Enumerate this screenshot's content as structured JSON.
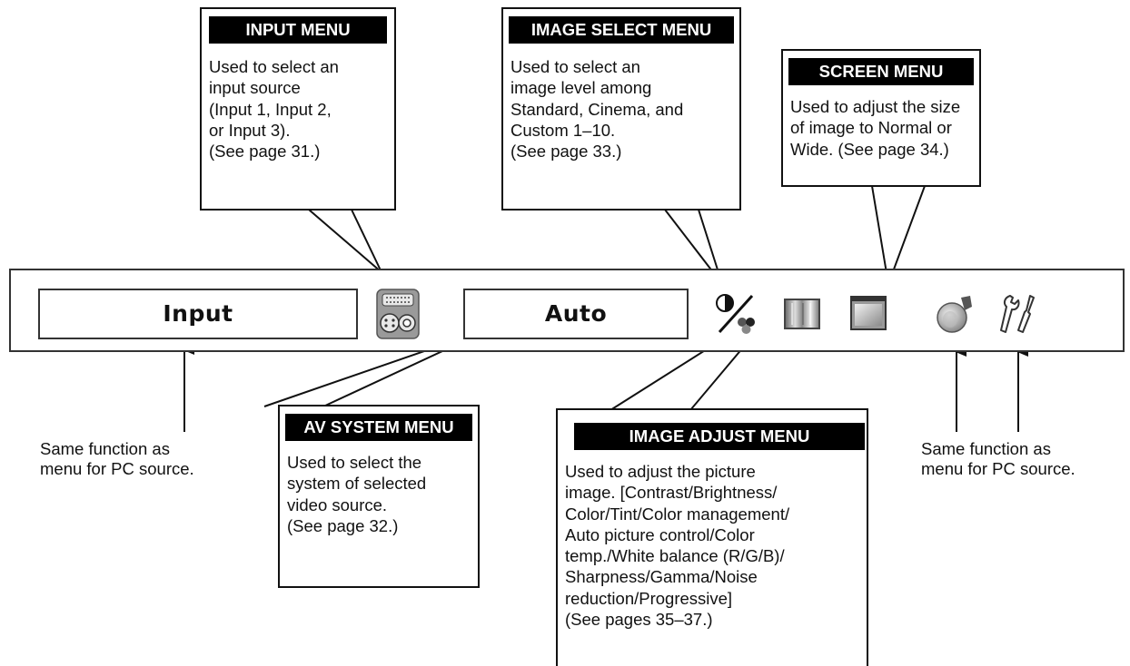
{
  "menu_bar": {
    "input_field": "Input",
    "av_system_field": "Auto",
    "icons": [
      "input-connector-icon",
      "image-select-icon",
      "image-adjust-icon",
      "screen-icon",
      "sound-icon",
      "setting-icon"
    ]
  },
  "callouts": {
    "input_menu": {
      "title": "INPUT MENU",
      "text": "Used to select an\ninput source\n(Input 1, Input 2,\nor Input 3).\n(See page 31.)"
    },
    "image_select_menu": {
      "title": "IMAGE SELECT MENU",
      "text": "Used to select an\nimage level among\nStandard, Cinema, and\nCustom 1–10.\n(See page 33.)"
    },
    "screen_menu": {
      "title": "SCREEN MENU",
      "text": "Used to adjust the size\nof image to Normal or\nWide. (See page 34.)"
    },
    "av_system_menu": {
      "title": "AV SYSTEM MENU",
      "text": "Used to select the\nsystem of selected\nvideo source.\n(See page 32.)"
    },
    "image_adjust_menu": {
      "title": "IMAGE ADJUST MENU",
      "text": "Used to adjust the picture\nimage. [Contrast/Brightness/\nColor/Tint/Color management/\nAuto picture control/Color\ntemp./White balance (R/G/B)/\nSharpness/Gamma/Noise\nreduction/Progressive]\n(See  pages 35–37.)"
    }
  },
  "captions": {
    "left": "Same function as\nmenu for PC source.",
    "right": "Same function as\nmenu for PC source."
  }
}
